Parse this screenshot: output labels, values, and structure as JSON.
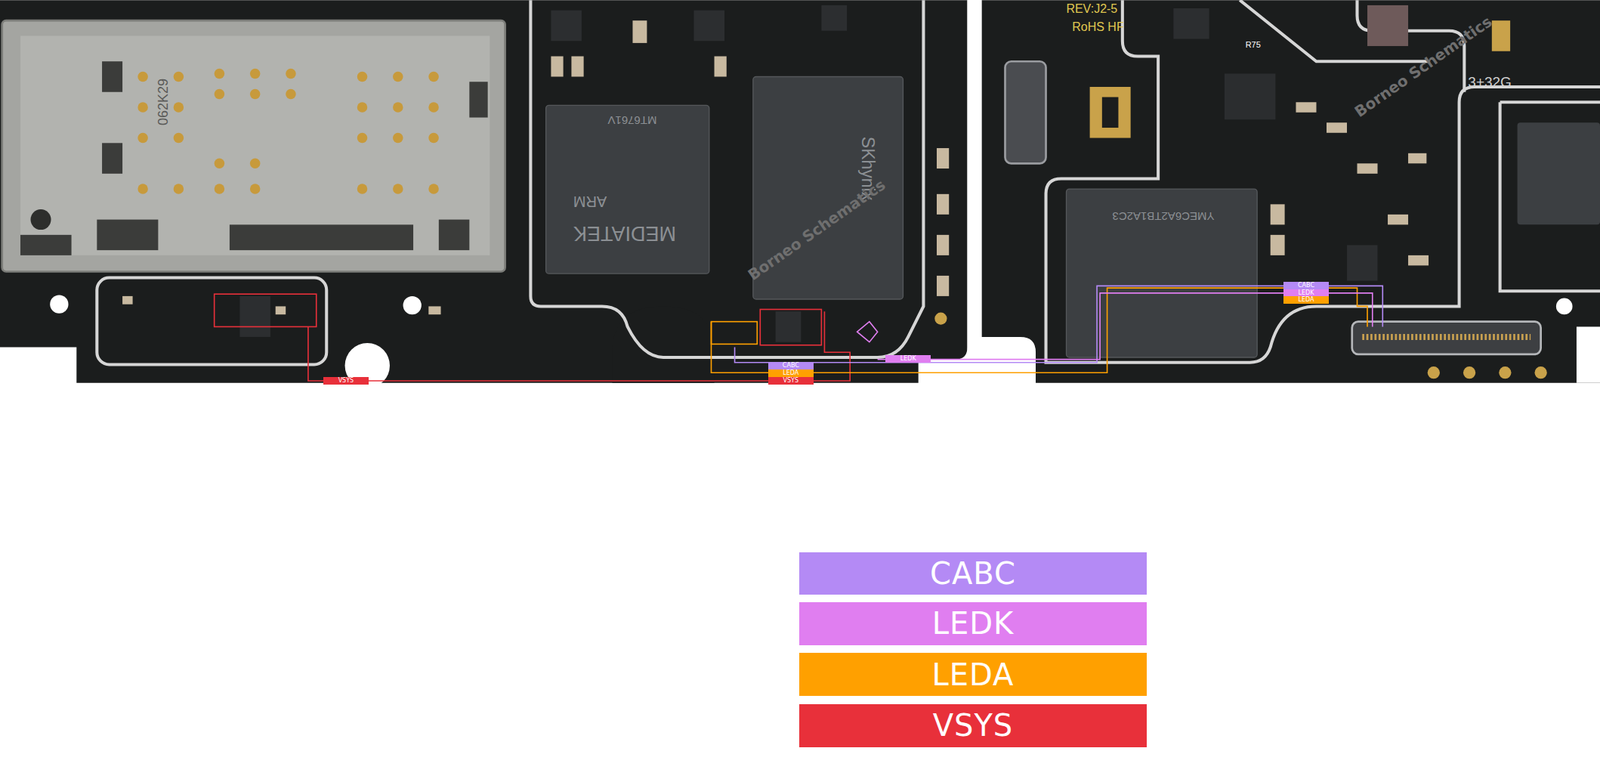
{
  "diagram": {
    "labels": [
      "062K29",
      "MEDIATEK",
      "ARM",
      "MT6761V",
      "SKhynix",
      "REV:J2-5",
      "RoHS HF",
      "R75",
      "3+32G",
      "YMEC6A2TB1A2C3",
      "VSYS",
      "CABC",
      "LEDA",
      "VSYS",
      "LEDK",
      "CABC",
      "LEDK",
      "LEDA",
      "Borneo Schematics",
      "Borneo Schematics"
    ],
    "legend": [
      {
        "text": "CABC",
        "color": "#b48af5"
      },
      {
        "text": "LEDK",
        "color": "#e07ef0"
      },
      {
        "text": "LEDA",
        "color": "#ffa000"
      },
      {
        "text": "VSYS",
        "color": "#e8303a"
      }
    ]
  }
}
